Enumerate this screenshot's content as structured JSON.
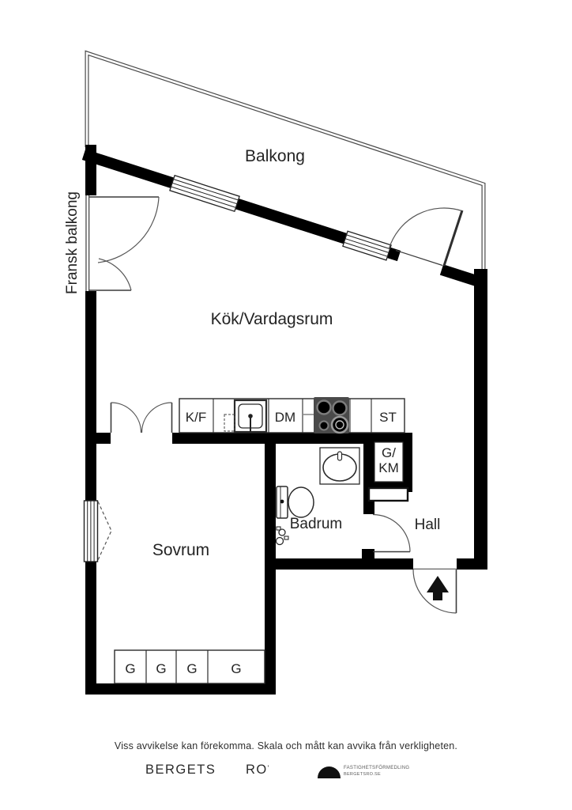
{
  "floorplan": {
    "labels": {
      "balcony": "Balkong",
      "french_balcony": "Fransk balkong",
      "kitchen_living": "Kök/Vardagsrum",
      "bedroom": "Sovrum",
      "bathroom": "Badrum",
      "hall": "Hall"
    },
    "fixtures": {
      "fridge_freezer": "K/F",
      "dishwasher": "DM",
      "cleaning_closet": "ST",
      "closet_line1": "G/",
      "closet_line2": "KM",
      "wardrobes": [
        "G",
        "G",
        "G",
        "G"
      ]
    },
    "colors": {
      "wall": "#000000",
      "thin_line": "#3c3c3c",
      "stove": "#4a4a4a",
      "text": "#242424"
    }
  },
  "footer": {
    "disclaimer": "Viss avvikelse kan förekomma. Skala och mått kan avvika från verkligheten.",
    "brand": {
      "word1": "BERGETS",
      "word2": "RO",
      "mark": "'"
    },
    "agency": {
      "line1": "FASTIGHETSFÖRMEDLING",
      "line2": "BERGETSRO.SE"
    }
  }
}
